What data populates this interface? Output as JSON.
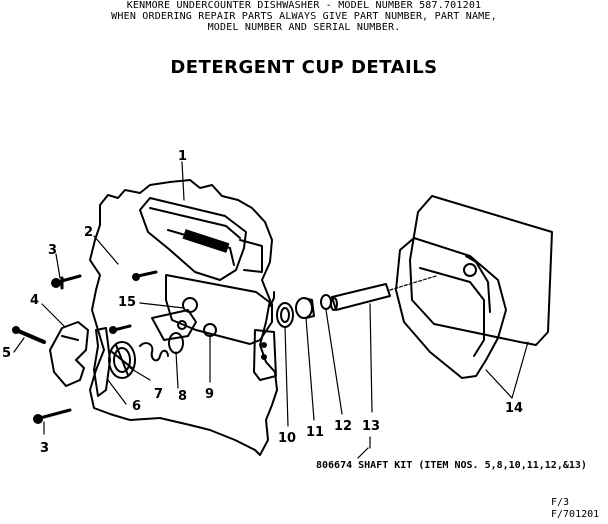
{
  "header": {
    "line1": "KENMORE UNDERCOUNTER DISHWASHER - MODEL NUMBER 587.701201",
    "line2": "WHEN ORDERING REPAIR PARTS ALWAYS GIVE PART NUMBER, PART NAME,",
    "line3": "MODEL NUMBER AND SERIAL NUMBER."
  },
  "title": "DETERGENT CUP DETAILS",
  "callouts": [
    "1",
    "2",
    "3",
    "3",
    "4",
    "5",
    "6",
    "7",
    "8",
    "9",
    "10",
    "11",
    "12",
    "13",
    "14",
    "15"
  ],
  "shaft_kit_note": "806674 SHAFT KIT (ITEM NOS. 5,8,10,11,12,&13)",
  "footer": {
    "ref1": "F/3",
    "ref2": "F/701201"
  }
}
